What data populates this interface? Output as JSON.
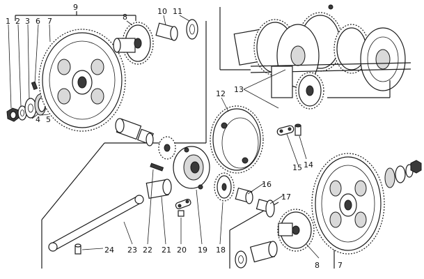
{
  "callouts": {
    "n1": "1",
    "n2": "2",
    "n3": "3",
    "n4": "4",
    "n5": "5",
    "n6": "6",
    "n7": "7",
    "n7b": "7",
    "n8": "8",
    "n8b": "8",
    "n9": "9",
    "n10": "10",
    "n11": "11",
    "n12": "12",
    "n13": "13",
    "n14": "14",
    "n15": "15",
    "n16": "16",
    "n17": "17",
    "n18": "18",
    "n19": "19",
    "n20": "20",
    "n21": "21",
    "n22": "22",
    "n23": "23",
    "n24": "24"
  },
  "colors": {
    "ink": "#1a1a1a",
    "paper": "#ffffff",
    "shade": "#d9d9d9"
  }
}
